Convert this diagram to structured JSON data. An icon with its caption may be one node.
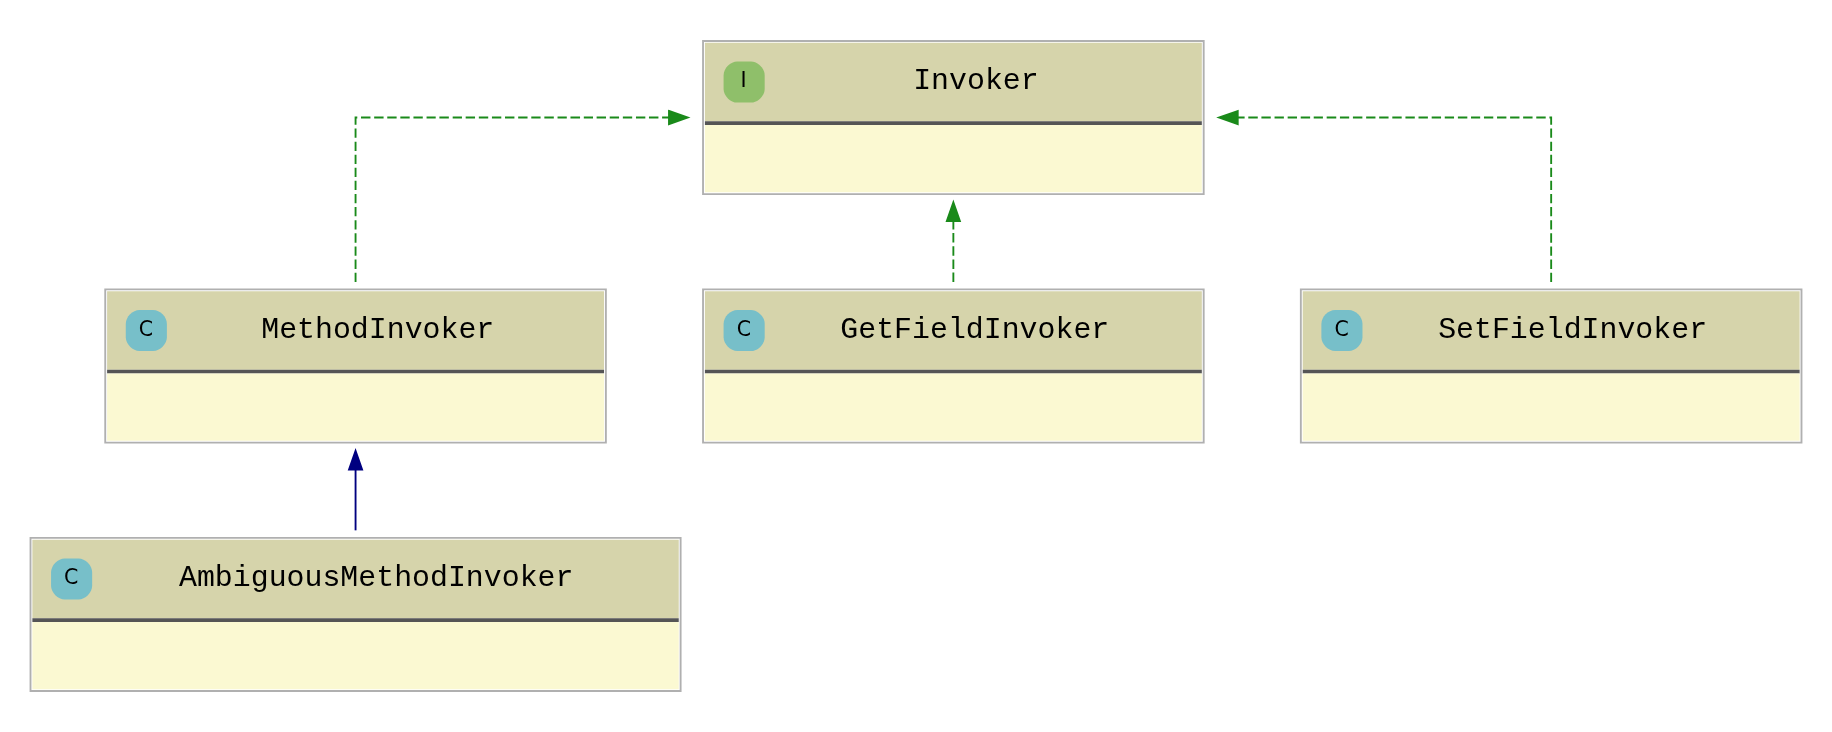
{
  "diagram": {
    "nodes": [
      {
        "text": [
          "I",
          "Invoker"
        ]
      },
      {
        "text": [
          "C",
          "MethodInvoker"
        ]
      },
      {
        "text": [
          "C",
          "GetFieldInvoker"
        ]
      },
      {
        "text": [
          "C",
          "SetFieldInvoker"
        ]
      },
      {
        "text": [
          "C",
          "AmbiguousMethodInvoker"
        ]
      }
    ],
    "edges": [
      {
        "from": 1,
        "to": 0,
        "arrow": "to",
        "style": "dashed"
      },
      {
        "from": 2,
        "to": 0,
        "arrow": "to",
        "style": "dashed"
      },
      {
        "from": 3,
        "to": 0,
        "arrow": "to",
        "style": "dashed"
      },
      {
        "from": 4,
        "to": 1,
        "arrow": "to",
        "color": "#000080"
      }
    ]
  }
}
